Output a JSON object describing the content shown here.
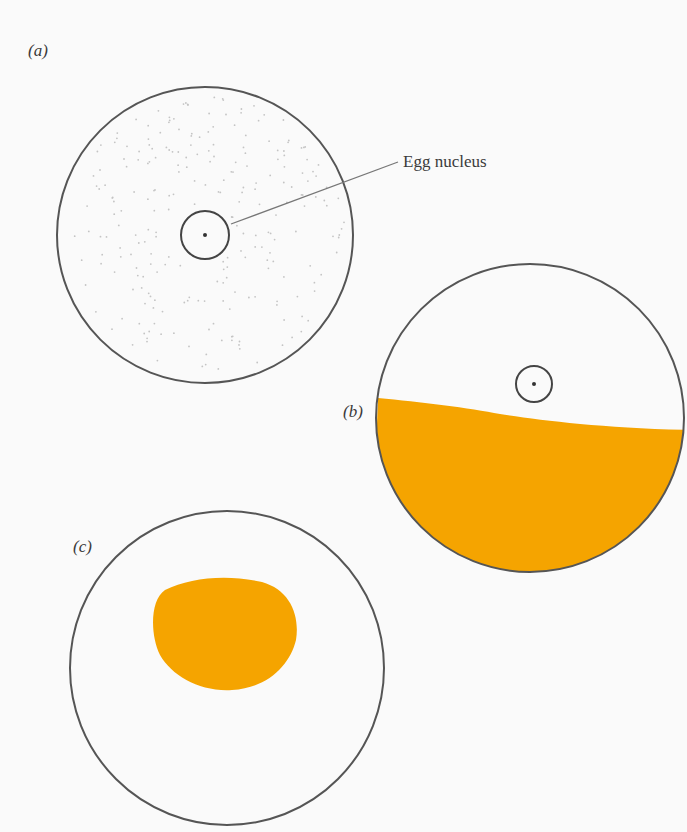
{
  "diagram": {
    "labels": [
      "(a)",
      "Egg nucleus",
      "(b)",
      "(c)"
    ]
  }
}
